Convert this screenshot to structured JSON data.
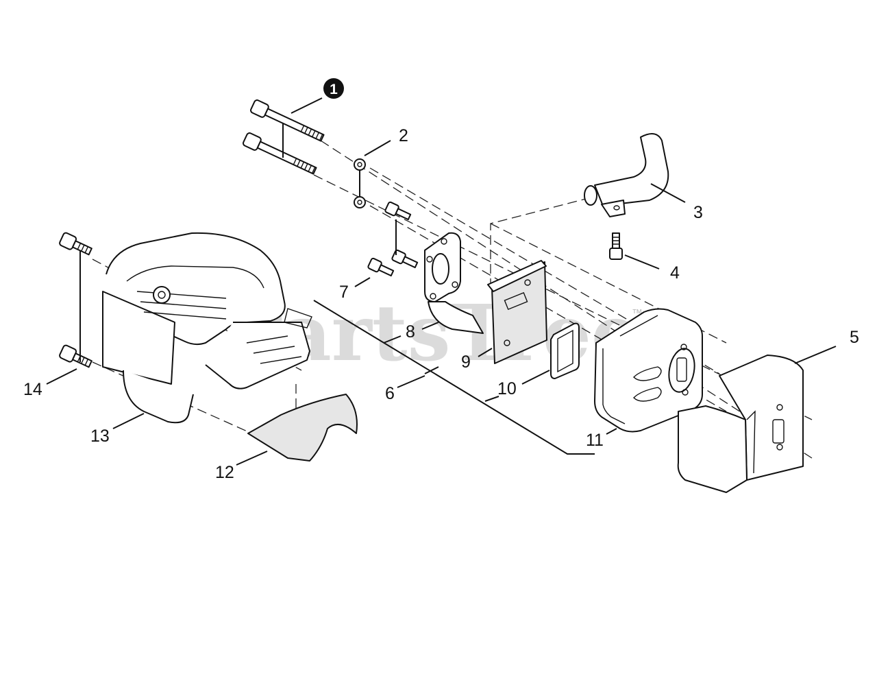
{
  "watermark": {
    "text": "PartsTree",
    "trademark": "™"
  },
  "callouts": {
    "c1": "1",
    "c2": "2",
    "c3": "3",
    "c4": "4",
    "c5": "5",
    "c6": "6",
    "c7": "7",
    "c8": "8",
    "c9": "9",
    "c10": "10",
    "c11": "11",
    "c12": "12",
    "c13": "13",
    "c14": "14"
  }
}
